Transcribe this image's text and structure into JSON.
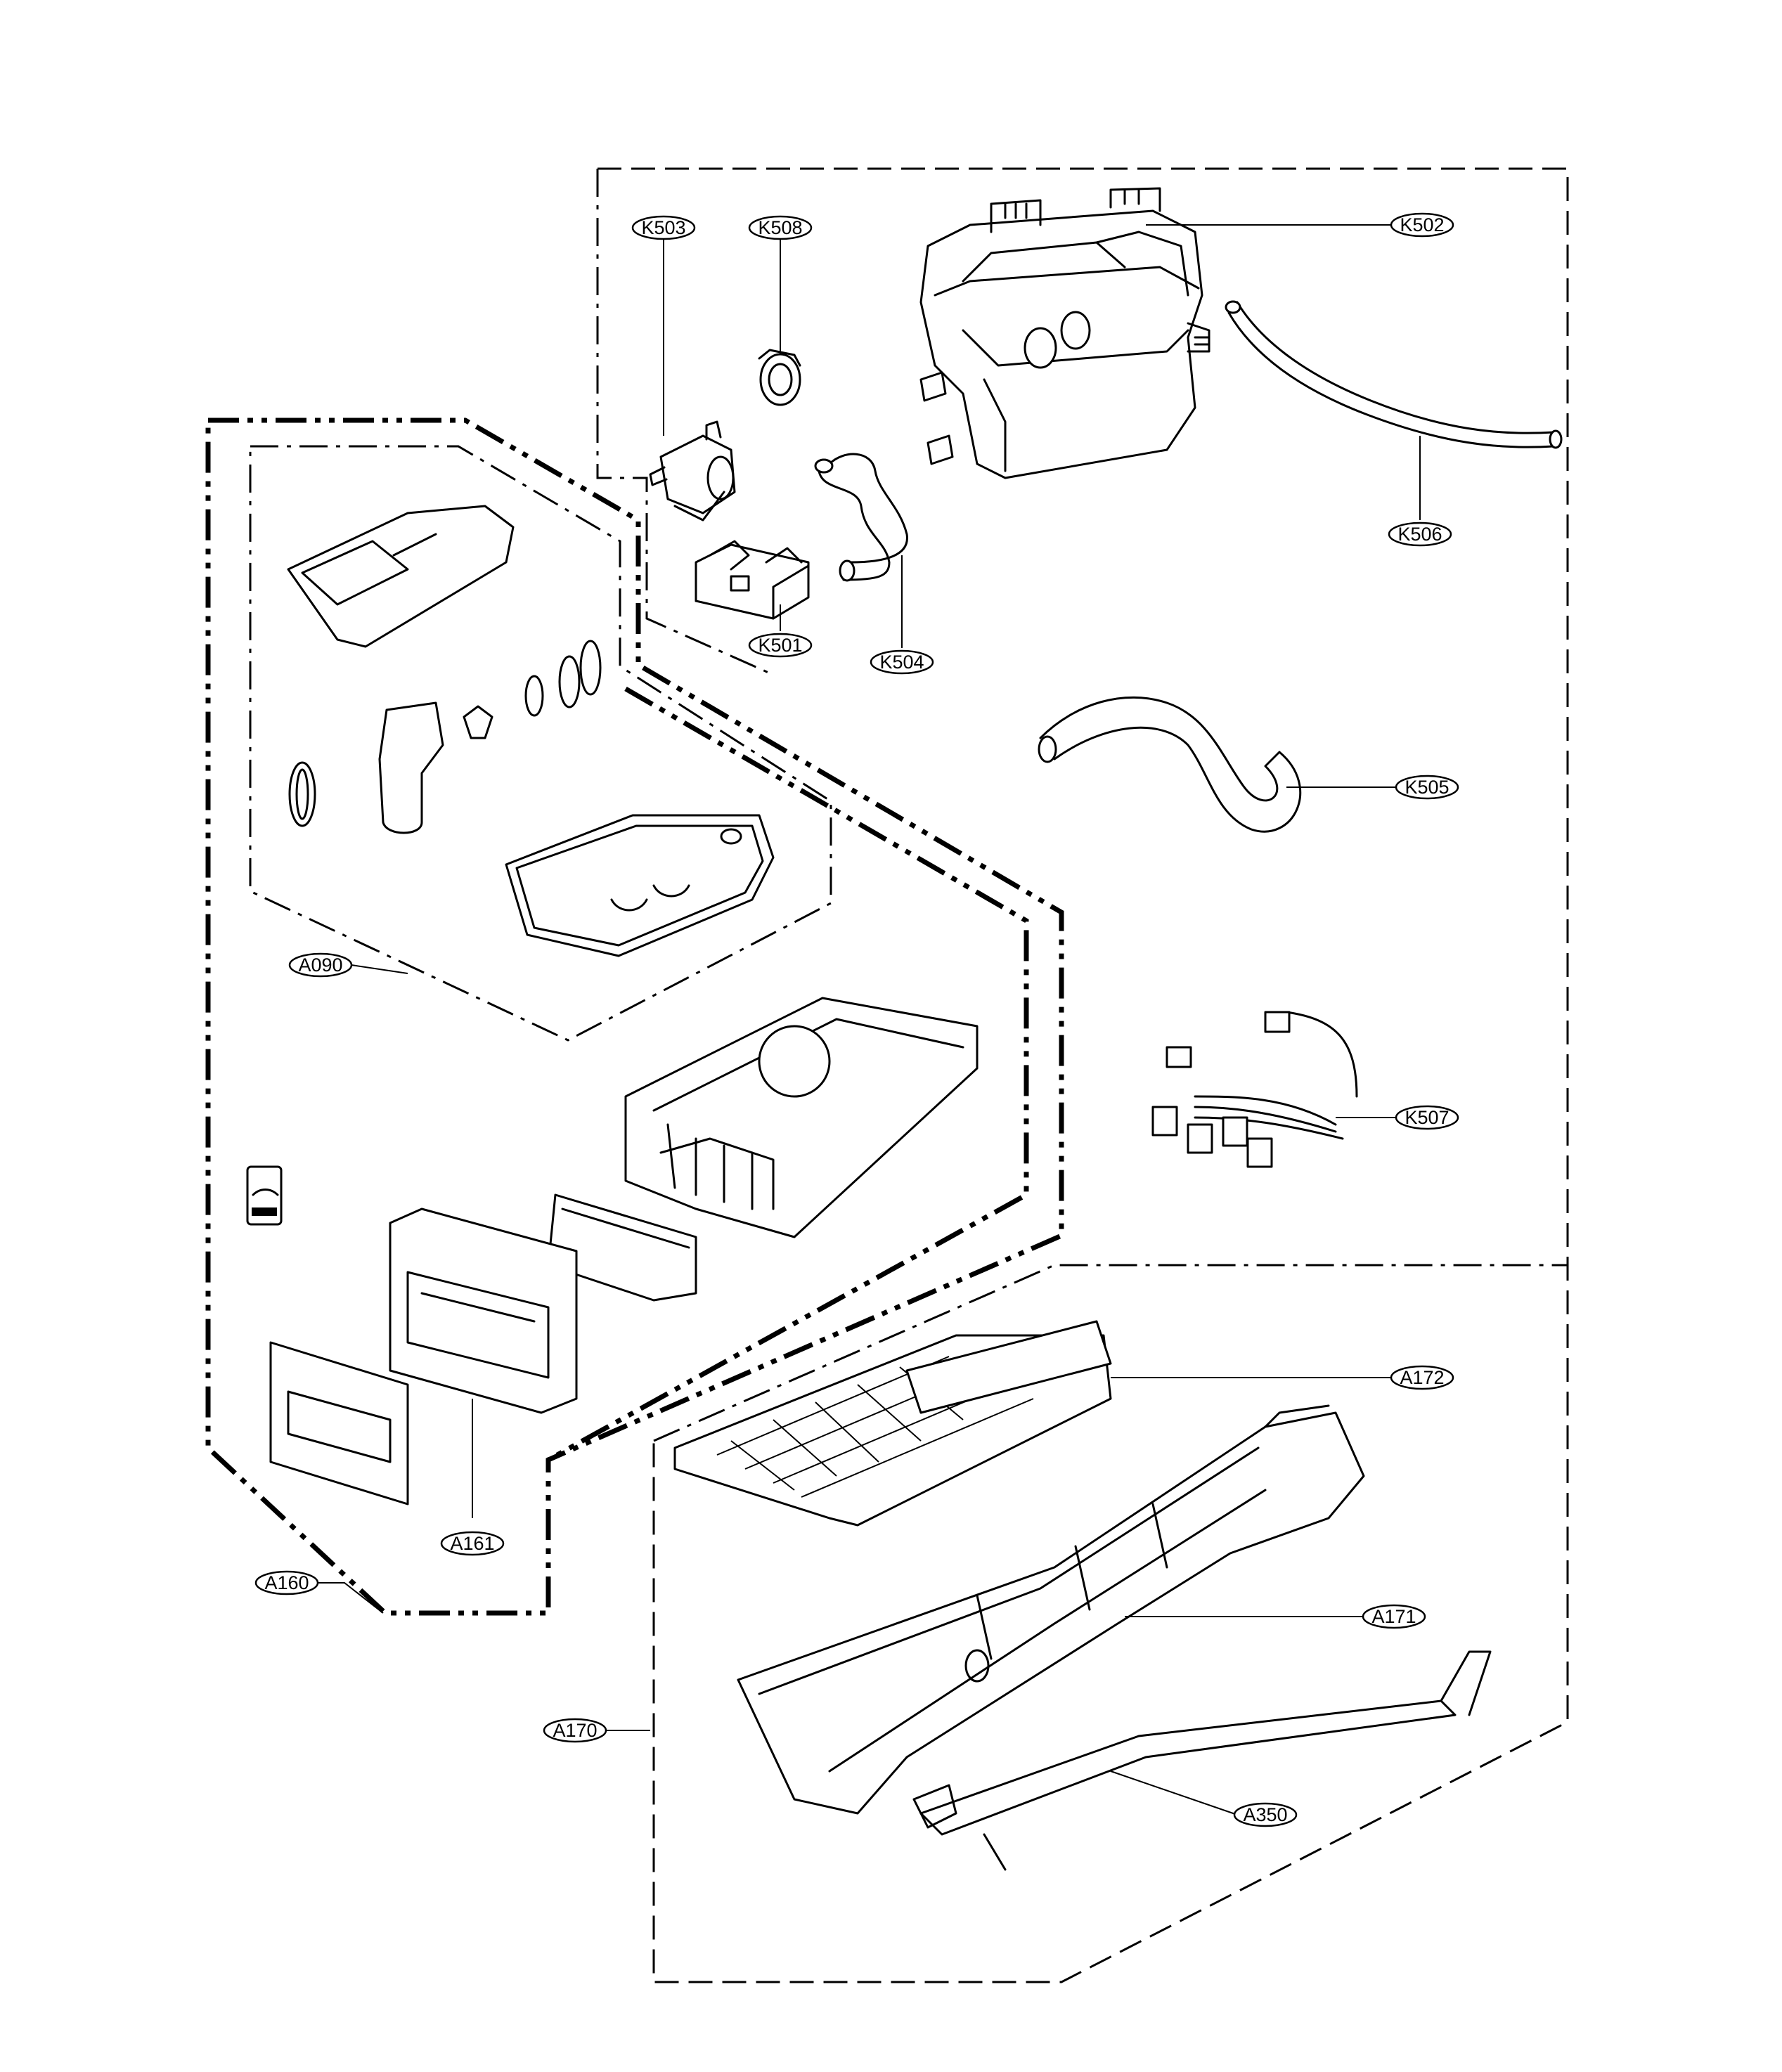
{
  "callouts": {
    "k503": "K503",
    "k508": "K508",
    "k502": "K502",
    "k506": "K506",
    "k501": "K501",
    "k504": "K504",
    "k505": "K505",
    "k507": "K507",
    "a090": "A090",
    "a172": "A172",
    "a171": "A171",
    "a161": "A161",
    "a160": "A160",
    "a170": "A170",
    "a350": "A350"
  },
  "icons": {
    "badge": "elite-badge-icon"
  }
}
